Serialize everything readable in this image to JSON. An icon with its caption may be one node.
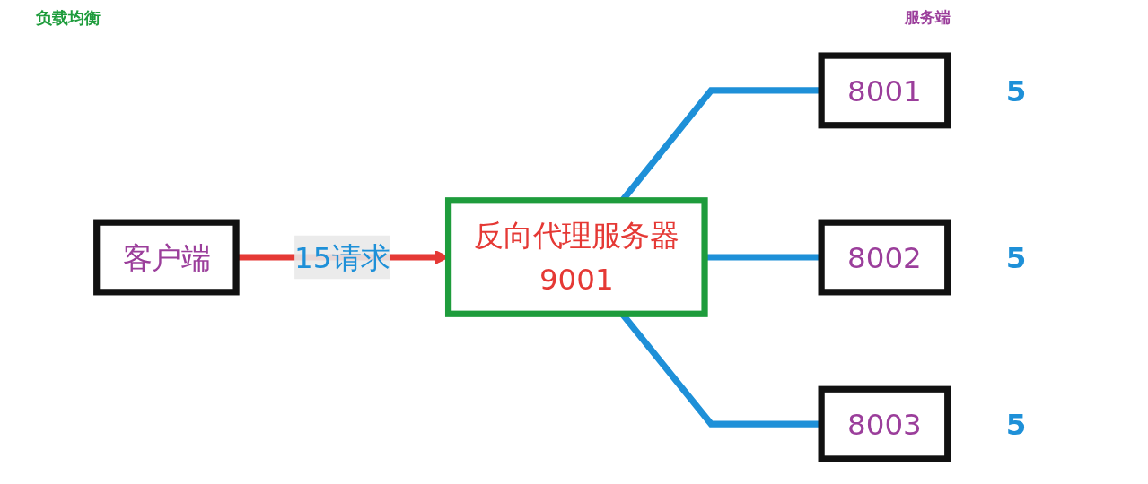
{
  "diagram": {
    "title": "负载均衡",
    "nodes": [
      {
        "text": [
          "客户端"
        ]
      },
      {
        "text": [
          "反向代理服务器",
          "9001"
        ]
      },
      {
        "text": [
          "8001"
        ],
        "beside": [
          "5"
        ]
      },
      {
        "text": [
          "8002"
        ],
        "beside": [
          "5"
        ]
      },
      {
        "text": [
          "8003"
        ],
        "beside": [
          "5"
        ]
      }
    ],
    "edges": [
      {
        "from": 0,
        "to": 1,
        "arrow": "to",
        "label": "15请求",
        "color": "#e53935"
      },
      {
        "from": 1,
        "to": 2,
        "arrow": "none"
      },
      {
        "from": 1,
        "to": 3,
        "arrow": "none"
      },
      {
        "from": 1,
        "to": 4,
        "arrow": "none"
      }
    ],
    "labels": [
      "服务端"
    ]
  }
}
